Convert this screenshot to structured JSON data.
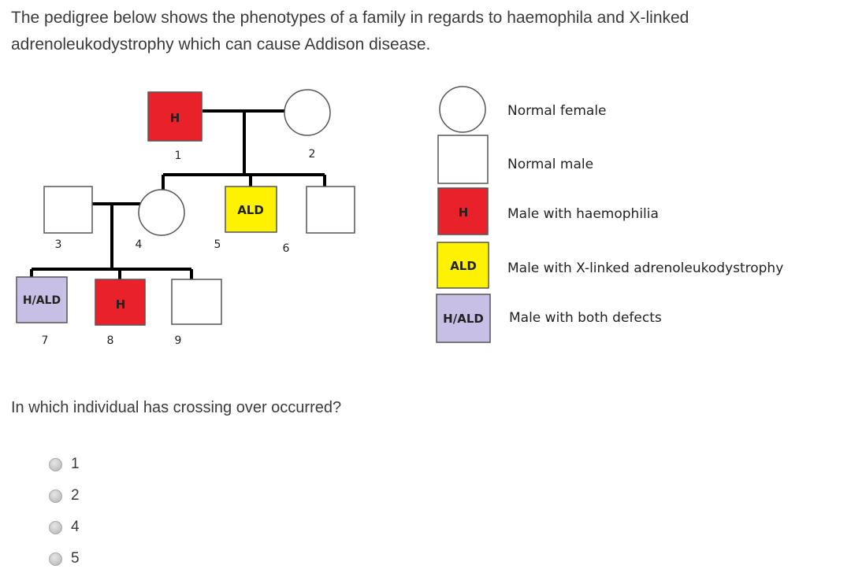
{
  "intro_text": "The pedigree below shows the phenotypes of a family in regards to haemophila and X-linked adrenoleukodystrophy which can cause Addison disease.",
  "pedigree": {
    "individual_numbers": [
      "1",
      "2",
      "3",
      "4",
      "5",
      "6",
      "7",
      "8",
      "9"
    ],
    "symbols": {
      "h": "H",
      "ald": "ALD",
      "both": "H/ALD"
    }
  },
  "legend": {
    "normal_female": "Normal female",
    "normal_male": "Normal male",
    "haemophilia_symbol": "H",
    "haemophilia_label": "Male with haemophilia",
    "ald_symbol": "ALD",
    "ald_label": "Male with X-linked adrenoleukodystrophy",
    "both_symbol": "H/ALD",
    "both_label": "Male with both defects"
  },
  "colors": {
    "haemophilia": "#e8212b",
    "ald": "#fff200",
    "both": "#c8bfe6",
    "line": "#000000"
  },
  "question": "In which individual has crossing over occurred?",
  "options": [
    "1",
    "2",
    "4",
    "5"
  ]
}
